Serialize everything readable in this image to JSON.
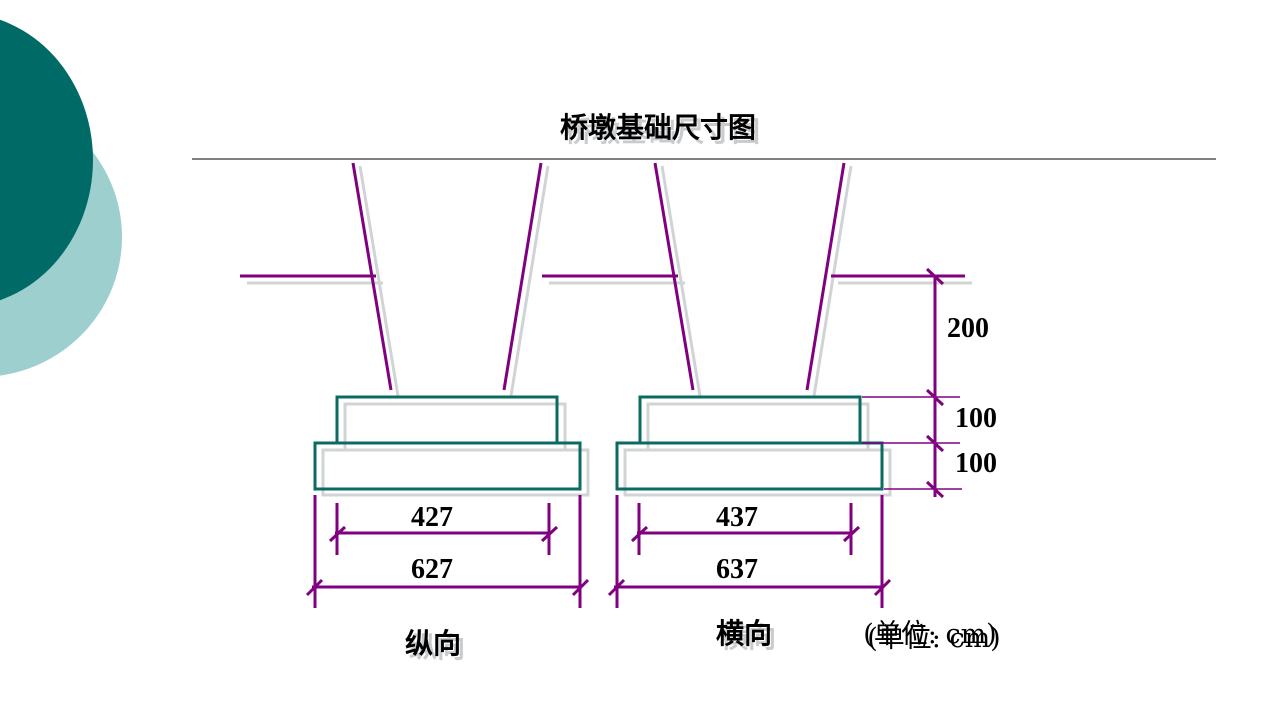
{
  "title": "桥墩基础尺寸图",
  "colors": {
    "accent_dark": "#006b66",
    "accent_light": "#9ecfcf",
    "dimension": "#800080",
    "footing": "#0b6b63",
    "shadow": "#d0d4d6"
  },
  "longitudinal": {
    "label": "纵向",
    "top_width": "427",
    "bottom_width": "627"
  },
  "transverse": {
    "label": "横向",
    "top_width": "437",
    "bottom_width": "637"
  },
  "heights": {
    "pier": "200",
    "upper_step": "100",
    "lower_step": "100"
  },
  "unit_note": "(单位: cm)"
}
